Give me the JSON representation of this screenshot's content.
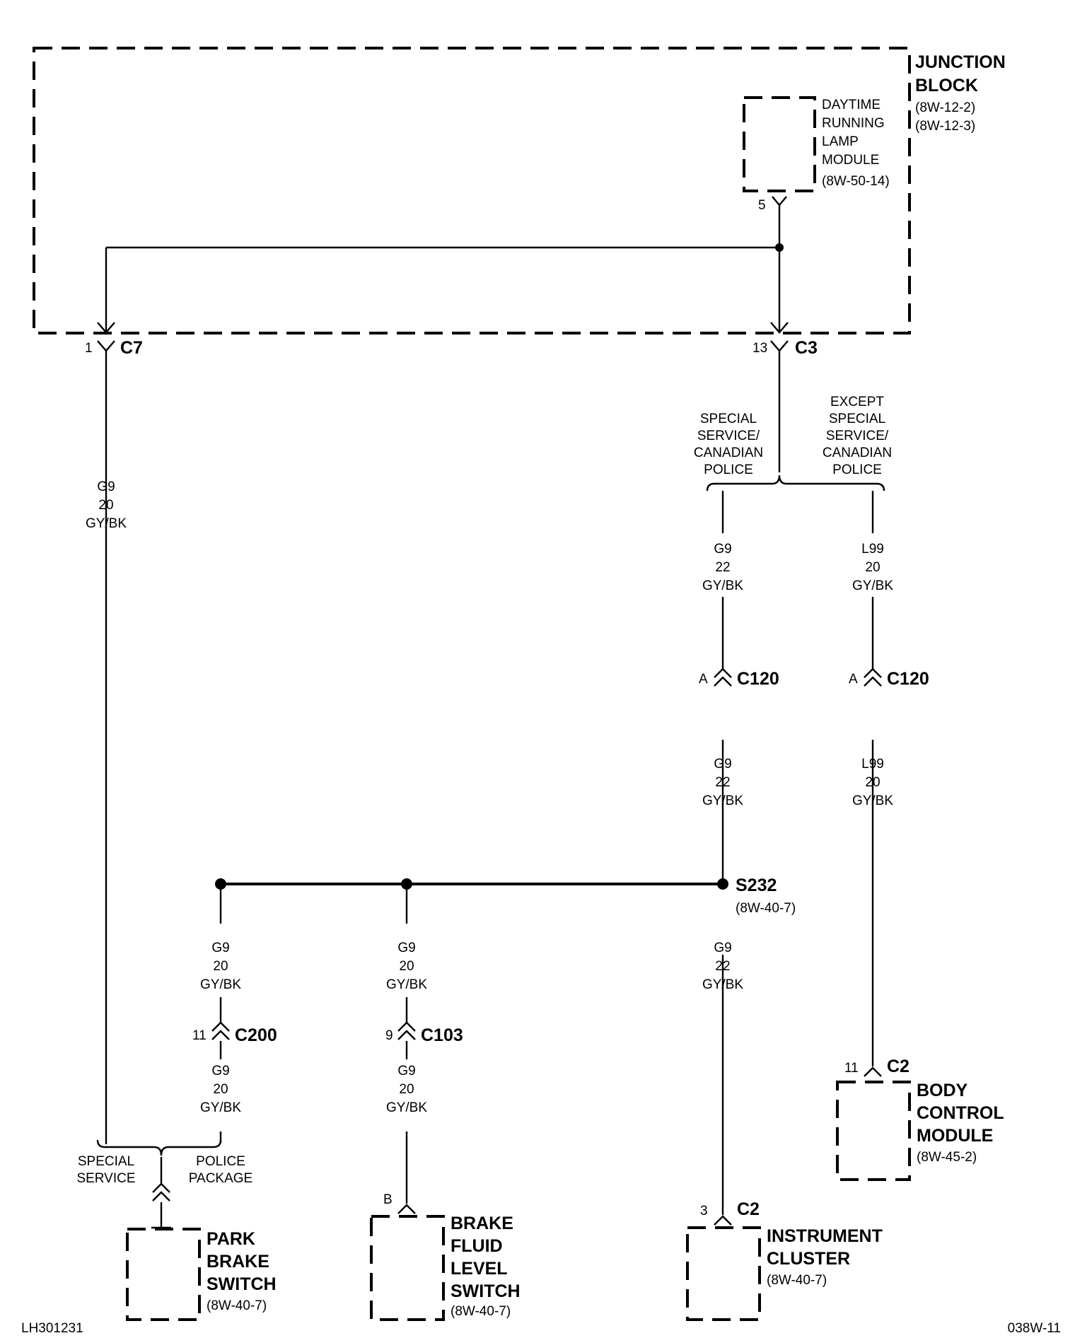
{
  "junction_block": {
    "name_line1": "JUNCTION",
    "name_line2": "BLOCK",
    "ref1": "(8W-12-2)",
    "ref2": "(8W-12-3)"
  },
  "drl_module": {
    "line1": "DAYTIME",
    "line2": "RUNNING",
    "line3": "LAMP",
    "line4": "MODULE",
    "ref": "(8W-50-14)",
    "pin": "5"
  },
  "connectors": {
    "c7": {
      "pin": "1",
      "name": "C7"
    },
    "c3": {
      "pin": "13",
      "name": "C3"
    },
    "c120_left": {
      "pin": "A",
      "name": "C120"
    },
    "c120_right": {
      "pin": "A",
      "name": "C120"
    },
    "c200": {
      "pin": "11",
      "name": "C200"
    },
    "c103": {
      "pin": "9",
      "name": "C103"
    },
    "bcm_c2": {
      "pin": "11",
      "name": "C2"
    },
    "ic_c2": {
      "pin": "3",
      "name": "C2"
    },
    "bfls": {
      "pin": "B"
    }
  },
  "splice": {
    "name": "S232",
    "ref": "(8W-40-7)"
  },
  "options": {
    "ss_police_l1": "SPECIAL",
    "ss_police_l2": "SERVICE/",
    "ss_police_l3": "CANADIAN",
    "ss_police_l4": "POLICE",
    "except_l1": "EXCEPT",
    "except_l2": "SPECIAL",
    "except_l3": "SERVICE/",
    "except_l4": "CANADIAN",
    "except_l5": "POLICE",
    "special_service_l1": "SPECIAL",
    "special_service_l2": "SERVICE",
    "police_package_l1": "POLICE",
    "police_package_l2": "PACKAGE"
  },
  "wires": {
    "w1": {
      "circuit": "G9",
      "gauge": "20",
      "color": "GY/BK"
    },
    "w2": {
      "circuit": "G9",
      "gauge": "22",
      "color": "GY/BK"
    },
    "w3": {
      "circuit": "L99",
      "gauge": "20",
      "color": "GY/BK"
    },
    "w4": {
      "circuit": "G9",
      "gauge": "22",
      "color": "GY/BK"
    },
    "w5": {
      "circuit": "L99",
      "gauge": "20",
      "color": "GY/BK"
    },
    "w6": {
      "circuit": "G9",
      "gauge": "20",
      "color": "GY/BK"
    },
    "w7": {
      "circuit": "G9",
      "gauge": "20",
      "color": "GY/BK"
    },
    "w8": {
      "circuit": "G9",
      "gauge": "22",
      "color": "GY/BK"
    },
    "w9": {
      "circuit": "G9",
      "gauge": "20",
      "color": "GY/BK"
    },
    "w10": {
      "circuit": "G9",
      "gauge": "20",
      "color": "GY/BK"
    }
  },
  "components": {
    "park_brake": {
      "line1": "PARK",
      "line2": "BRAKE",
      "line3": "SWITCH",
      "ref": "(8W-40-7)"
    },
    "brake_fluid": {
      "line1": "BRAKE",
      "line2": "FLUID",
      "line3": "LEVEL",
      "line4": "SWITCH",
      "ref": "(8W-40-7)"
    },
    "instrument_cluster": {
      "line1": "INSTRUMENT",
      "line2": "CLUSTER",
      "ref": "(8W-40-7)"
    },
    "bcm": {
      "line1": "BODY",
      "line2": "CONTROL",
      "line3": "MODULE",
      "ref": "(8W-45-2)"
    }
  },
  "footer": {
    "left_code": "LH301231",
    "right_code": "038W-11"
  }
}
